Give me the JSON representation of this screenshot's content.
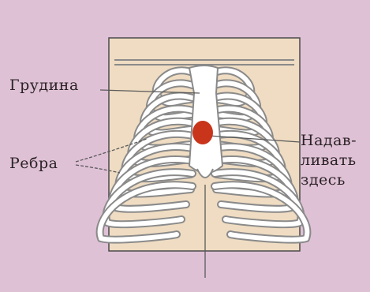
{
  "colors": {
    "background": "#dfc1d6",
    "panel": "#efdcc2",
    "panel_border": "#4a4a4a",
    "bone": "#ffffff",
    "bone_outline": "#8a8a8a",
    "compression_point": "#c8351b",
    "pointer_line": "#5a5a5a"
  },
  "labels": {
    "sternum": "Грудина",
    "ribs": "Ребра",
    "press_line1": "Надав-",
    "press_line2": "ливать",
    "press_line3": "здесь"
  },
  "icons": {
    "compression_point": "red-dot-icon"
  }
}
